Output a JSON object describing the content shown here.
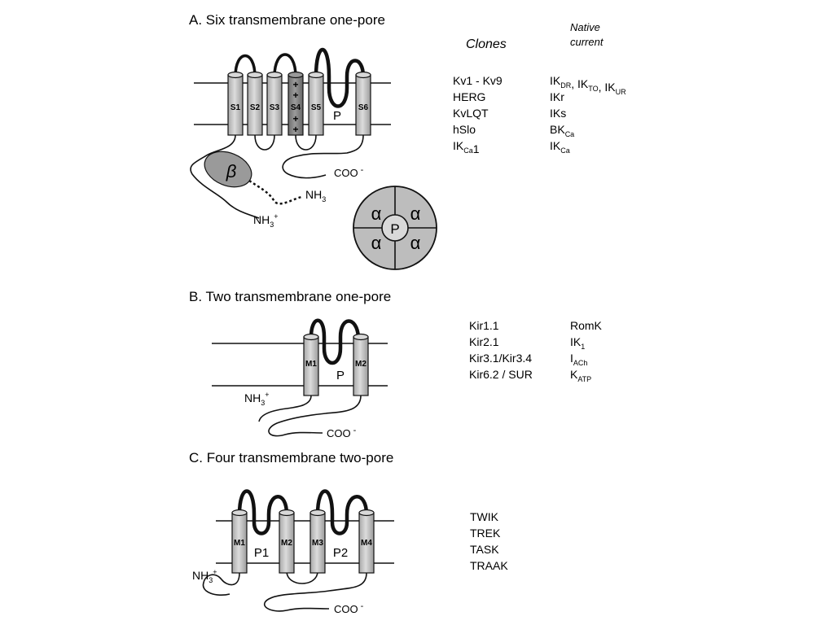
{
  "colors": {
    "segment": "#c9c9c9",
    "voltage_sensor": "#8c8c8c",
    "beta": "#9a9a9a",
    "tetramer": "#bdbdbd",
    "stroke": "#111111"
  },
  "panelA": {
    "title": "A.  Six transmembrane one-pore",
    "header_clones": "Clones",
    "header_native_line1": "Native",
    "header_native_line2": "current",
    "segments": [
      "S1",
      "S2",
      "S3",
      "S4",
      "S5",
      "S6"
    ],
    "pore_label": "P",
    "s4_charges": [
      "+",
      "+",
      "+",
      "+"
    ],
    "beta_label": "β",
    "cterm": "COO",
    "cterm_charge": "-",
    "nterm_beta": "NH",
    "nterm_beta_sub": "3",
    "nterm": "NH",
    "nterm_sub": "3",
    "nterm_sup": "+",
    "tetramer_alpha": "α",
    "tetramer_pore": "P",
    "rows": [
      {
        "clone": "Kv1 - Kv9",
        "native": [
          {
            "base": "IK",
            "sub": "DR"
          },
          {
            "sep": ", "
          },
          {
            "base": "IK",
            "sub": "TO"
          },
          {
            "sep": ", "
          },
          {
            "base": "IK",
            "sub": "UR"
          }
        ]
      },
      {
        "clone": "HERG",
        "native": [
          {
            "base": "IKr"
          }
        ]
      },
      {
        "clone": "KvLQT",
        "native": [
          {
            "base": "IKs"
          }
        ]
      },
      {
        "clone": "hSlo",
        "native": [
          {
            "base": "BK",
            "sub": "Ca"
          }
        ]
      },
      {
        "clone_base": "IK",
        "clone_sub": "Ca",
        "clone_tail": "1",
        "native": [
          {
            "base": "IK",
            "sub": "Ca"
          }
        ]
      }
    ]
  },
  "panelB": {
    "title": "B. Two transmembrane one-pore",
    "segments": [
      "M1",
      "M2"
    ],
    "pore_label": "P",
    "nterm": "NH",
    "nterm_sub": "3",
    "nterm_sup": "+",
    "cterm": "COO",
    "cterm_charge": "-",
    "rows": [
      {
        "clone": "Kir1.1",
        "native": [
          {
            "base": "RomK"
          }
        ]
      },
      {
        "clone": "Kir2.1",
        "native": [
          {
            "base": "IK",
            "sub": "1"
          }
        ]
      },
      {
        "clone": "Kir3.1/Kir3.4",
        "native": [
          {
            "base": "I",
            "sub": "ACh"
          }
        ]
      },
      {
        "clone": "Kir6.2 / SUR",
        "native": [
          {
            "base": "K",
            "sub": "ATP"
          }
        ]
      }
    ]
  },
  "panelC": {
    "title": "C. Four transmembrane two-pore",
    "segments": [
      "M1",
      "M2",
      "M3",
      "M4"
    ],
    "pore_labels": [
      "P1",
      "P2"
    ],
    "nterm": "NH",
    "nterm_sub": "3",
    "nterm_sup": "+",
    "cterm": "COO",
    "cterm_charge": "-",
    "clones": [
      "TWIK",
      "TREK",
      "TASK",
      "TRAAK"
    ]
  }
}
